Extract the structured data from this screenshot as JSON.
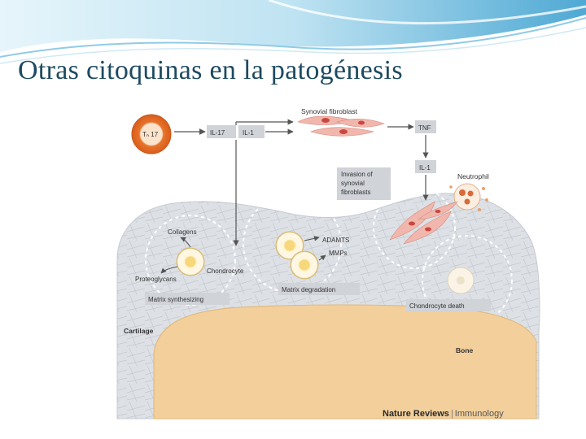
{
  "slide": {
    "title": "Otras citoquinas en la patogénesis"
  },
  "diagram": {
    "th17_label": "Tₙ 17",
    "il17_label": "IL-17",
    "il1_label": "IL-1",
    "synovial_fibroblast_label": "Synovial fibroblast",
    "tnf_label": "TNF",
    "il1_right_label": "IL-1",
    "invasion_label_line1": "Invasion of",
    "invasion_label_line2": "synovial",
    "invasion_label_line3": "fibroblasts",
    "neutrophil_label": "Neutrophil",
    "collagens_label": "Collagens",
    "adamts_label": "ADAMTS",
    "mmps_label": "MMPs",
    "chondrocyte_label": "Chondrocyte",
    "proteoglycans_label": "Proteoglycans",
    "matrix_degradation_label": "Matrix degradation",
    "matrix_synthesizing_label": "Matrix synthesizing",
    "chondrocyte_death_label": "Chondrocyte death",
    "cartilage_label": "Cartilage",
    "bone_label": "Bone"
  },
  "credit": {
    "brand": "Nature Reviews",
    "separator": "|",
    "journal": "Immunology"
  },
  "colors": {
    "title": "#1d4a62",
    "swoosh_light": "#bfe3f2",
    "swoosh_dark": "#4fa9d4",
    "th17_cell": "#e8742c",
    "bone": "#f2cf9b",
    "cartilage": "#d9dde3",
    "label_box": "#d0d3d8"
  }
}
